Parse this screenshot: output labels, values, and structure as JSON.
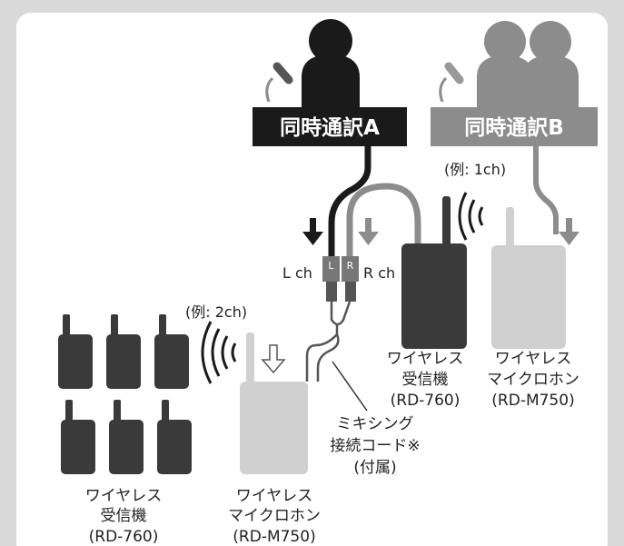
{
  "interpreter_a": {
    "label": "同時通訳A"
  },
  "interpreter_b": {
    "label": "同時通訳B"
  },
  "channels": {
    "left": "L ch",
    "right": "R ch",
    "plug_l": "L",
    "plug_r": "R"
  },
  "examples": {
    "ch1": "(例: 1ch)",
    "ch2": "(例: 2ch)"
  },
  "receiver_center": {
    "line1": "ワイヤレス",
    "line2": "受信機",
    "line3": "(RD-760)"
  },
  "mic_right": {
    "line1": "ワイヤレス",
    "line2": "マイクロホン",
    "line3": "(RD-M750)"
  },
  "receivers_left": {
    "line1": "ワイヤレス",
    "line2": "受信機",
    "line3": "(RD-760)"
  },
  "mic_center": {
    "line1": "ワイヤレス",
    "line2": "マイクロホン",
    "line3": "(RD-M750)"
  },
  "mixing_cord": {
    "line1": "ミキシング",
    "line2": "接続コード※",
    "line3": "(付属)"
  },
  "colors": {
    "dark": "#1a1a1a",
    "device_dark": "#3a3a3a",
    "gray": "#8c8c8c",
    "light_gray": "#d0d0d0",
    "frame_bg": "#d9d9d9"
  }
}
